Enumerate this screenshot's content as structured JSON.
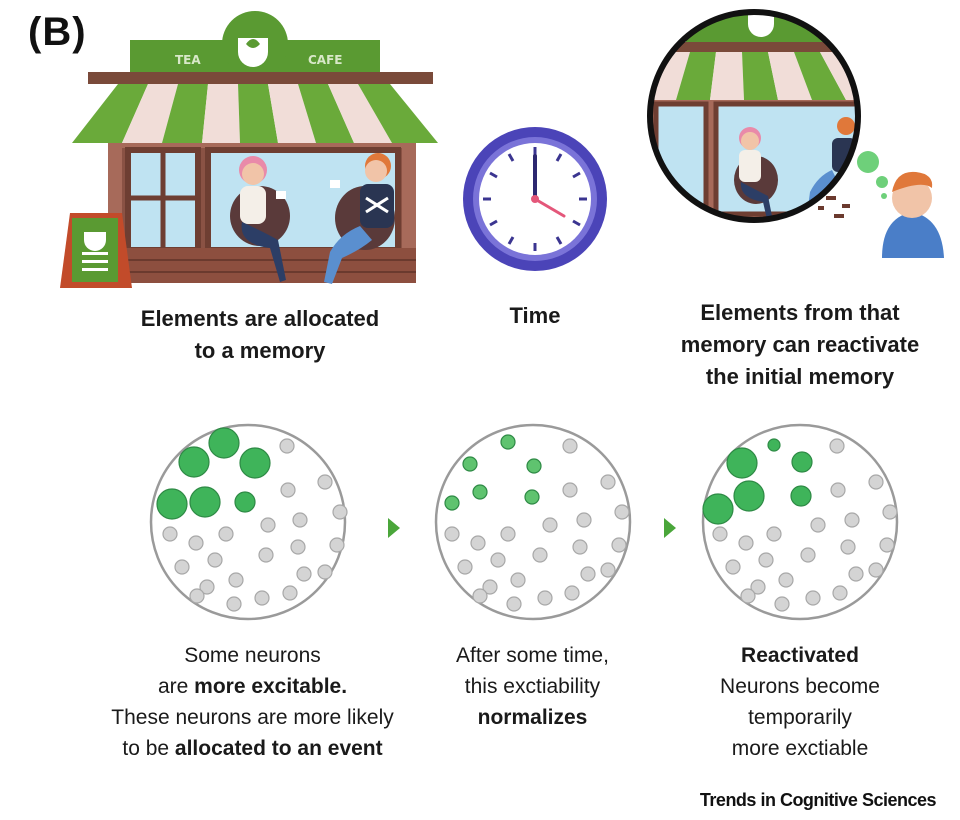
{
  "panel_label": "(B)",
  "top": {
    "allocated": {
      "lines": [
        "Elements are allocated",
        "to a memory"
      ]
    },
    "time": {
      "lines": [
        "Time"
      ]
    },
    "reactivate": {
      "lines": [
        "Elements from that",
        "memory can reactivate",
        "the initial memory"
      ]
    }
  },
  "cafe": {
    "sign_left": "TEA",
    "sign_right": "CAFE"
  },
  "bottom": {
    "first": [
      [
        "Some neurons",
        ""
      ],
      [
        "are ",
        "more excitable."
      ],
      [
        "These neurons are more likely",
        ""
      ],
      [
        "to be ",
        "allocated to an event"
      ]
    ],
    "second": [
      [
        "After some time,",
        ""
      ],
      [
        "this exctiability",
        ""
      ],
      [
        "",
        "normalizes"
      ]
    ],
    "third": [
      [
        "",
        "Reactivated"
      ],
      [
        "Neurons become",
        ""
      ],
      [
        "temporarily",
        ""
      ],
      [
        "more exctiable",
        ""
      ]
    ]
  },
  "footer": "Trends in Cognitive Sciences",
  "colors": {
    "green_large": "#3fb45a",
    "green_small": "#5fc36f",
    "grey_neuron": "#d4d4d4",
    "circle_stroke": "#9a9a9a",
    "arrow": "#4aa63a",
    "awning_green": "#6aaa3a",
    "clock_purple": "#4b44b8"
  }
}
